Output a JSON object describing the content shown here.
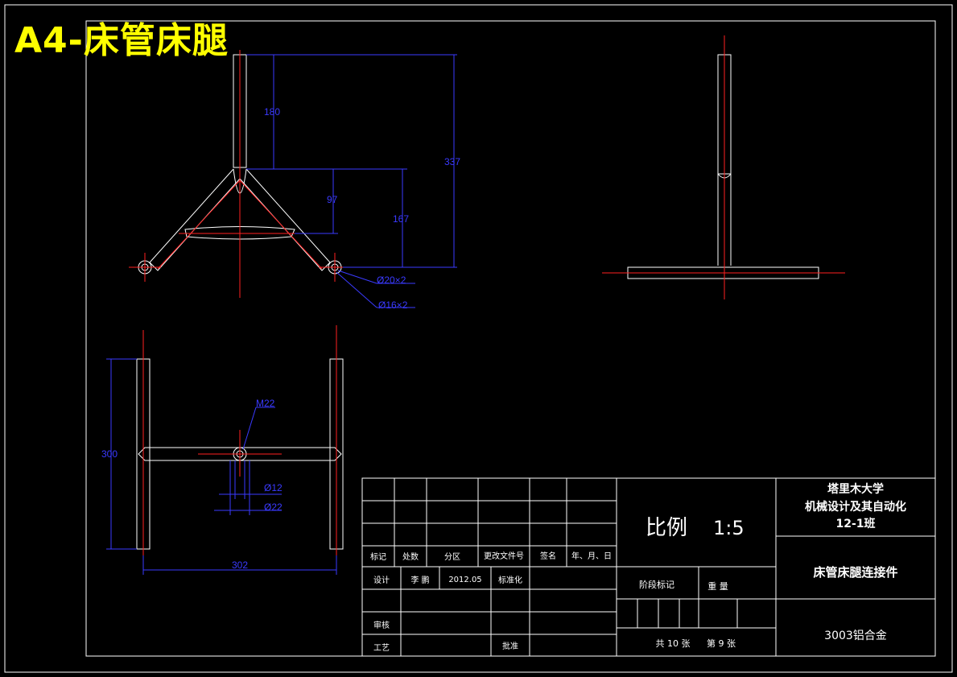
{
  "sheet_title": "A4-床管床腿",
  "dimensions": {
    "d180": "180",
    "d337": "337",
    "d97": "97",
    "d167": "167",
    "phi20": "Ø20×2",
    "phi16": "Ø16×2",
    "m22": "M22",
    "d300": "300",
    "phi12": "Ø12",
    "phi22": "Ø22",
    "d302": "302"
  },
  "title_block": {
    "scale_label": "比例",
    "scale_value": "1:5",
    "school_line1": "塔里木大学",
    "school_line2": "机械设计及其自动化",
    "school_line3": "12-1班",
    "part_name": "床管床腿连接件",
    "material": "3003铝合金",
    "stage_mark": "阶段标记",
    "weight": "重 量",
    "sheets": "共 10 张",
    "sheet_no": "第 9 张",
    "row_headers": [
      "标记",
      "处数",
      "分区",
      "更改文件号",
      "签名",
      "年、月、日"
    ],
    "design_label": "设计",
    "designer": "李 鹏",
    "date": "2012.05",
    "standard": "标准化",
    "review": "审核",
    "process": "工艺",
    "approve": "批准"
  }
}
